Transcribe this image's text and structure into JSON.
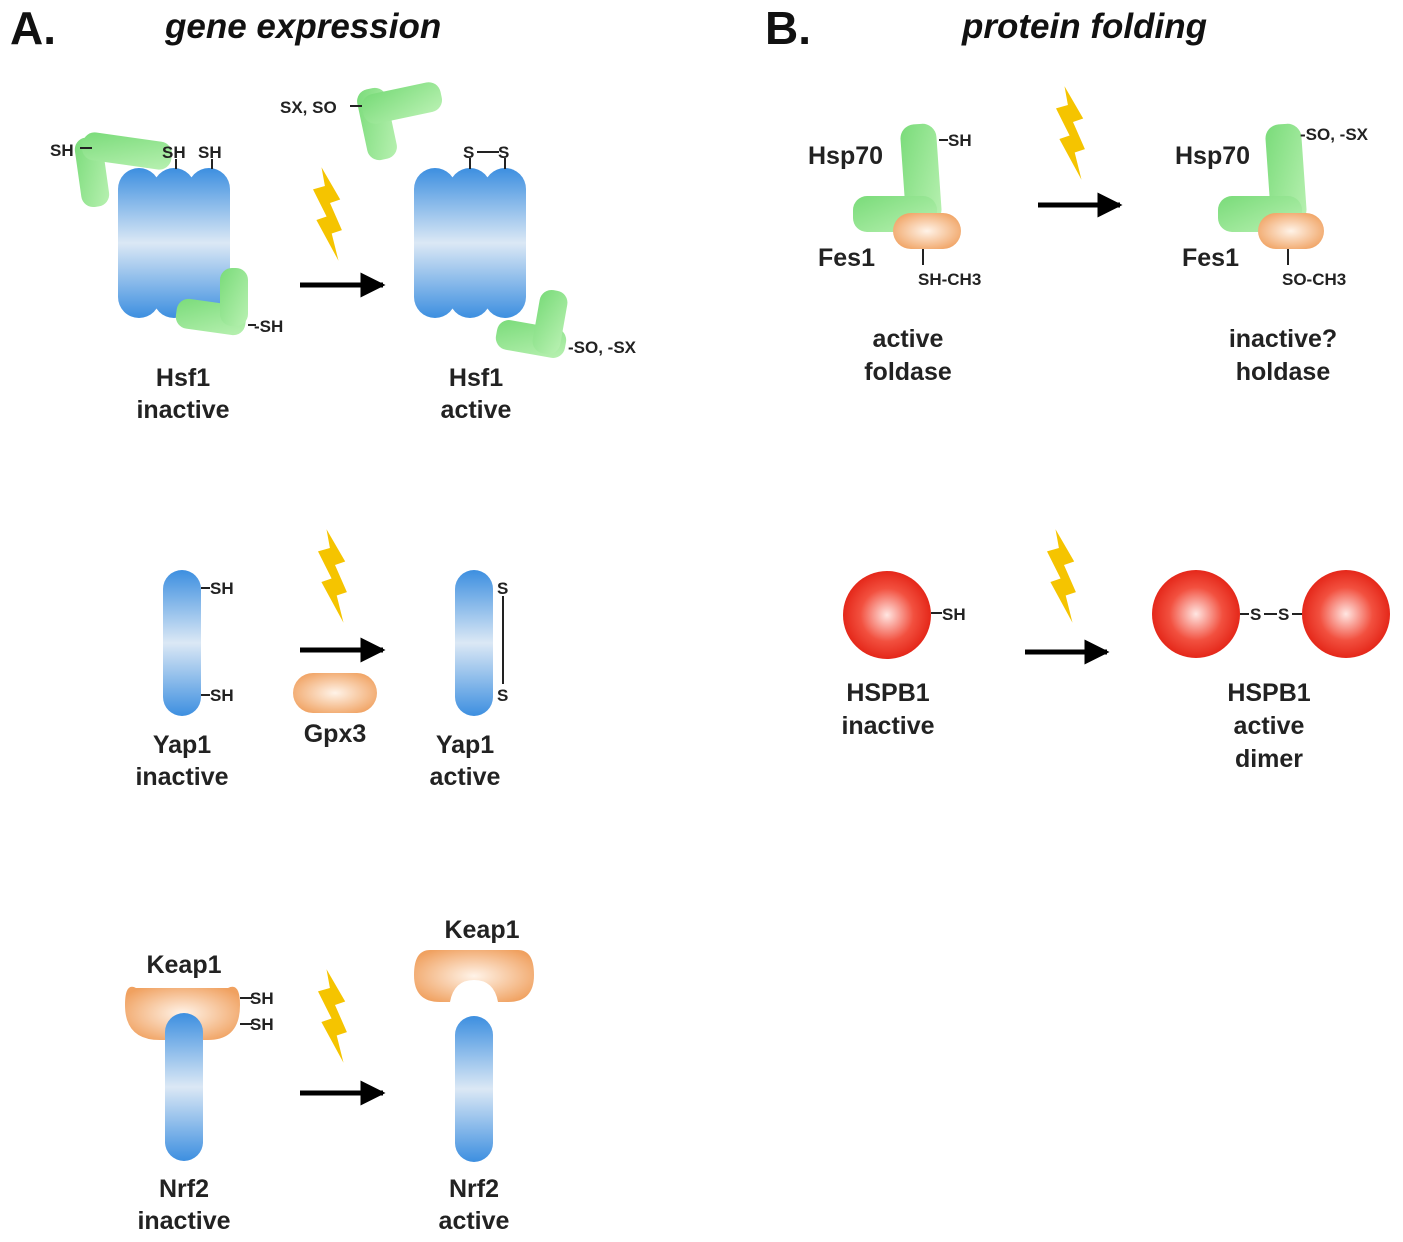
{
  "panel_a": {
    "letter": "A.",
    "title": "gene expression",
    "hsf1": {
      "inactive": {
        "name": "Hsf1",
        "state": "inactive",
        "sh_left": "SH",
        "sh_top1": "SH",
        "sh_top2": "SH",
        "sh_bottom": "-SH"
      },
      "active": {
        "name": "Hsf1",
        "state": "active",
        "s1": "S",
        "s2": "S",
        "ox_top": "SX, SO",
        "ox_bottom": "-SO, -SX"
      }
    },
    "yap1": {
      "inactive": {
        "name": "Yap1",
        "state": "inactive",
        "sh1": "SH",
        "sh2": "SH"
      },
      "gpx3": "Gpx3",
      "active": {
        "name": "Yap1",
        "state": "active",
        "s1": "S",
        "s2": "S"
      }
    },
    "nrf2": {
      "inactive": {
        "keap": "Keap1",
        "sh1": "SH",
        "sh2": "SH",
        "name": "Nrf2",
        "state": "inactive"
      },
      "active": {
        "keap": "Keap1",
        "name": "Nrf2",
        "state": "active"
      }
    }
  },
  "panel_b": {
    "letter": "B.",
    "title": "protein folding",
    "hsp70": {
      "left": {
        "hsp": "Hsp70",
        "fes": "Fes1",
        "sh": "SH",
        "met": "SH-CH3",
        "line1": "active",
        "line2": "foldase"
      },
      "right": {
        "hsp": "Hsp70",
        "fes": "Fes1",
        "ox": "-SO, -SX",
        "met": "SO-CH3",
        "line1": "inactive?",
        "line2": "holdase"
      }
    },
    "hspb1": {
      "left": {
        "name": "HSPB1",
        "state": "inactive",
        "sh": "SH"
      },
      "right": {
        "name": "HSPB1",
        "state": "active",
        "extra": "dimer",
        "s1": "S",
        "s2": "S"
      }
    }
  },
  "colors": {
    "blue": "#3d8fe0",
    "green": "#7ee07e",
    "orange": "#f0a160",
    "red": "#e62a1c",
    "bolt": "#f5c400",
    "arrow": "#000000"
  },
  "icons": [
    "lightning-bolt-icon",
    "reaction-arrow-icon"
  ]
}
